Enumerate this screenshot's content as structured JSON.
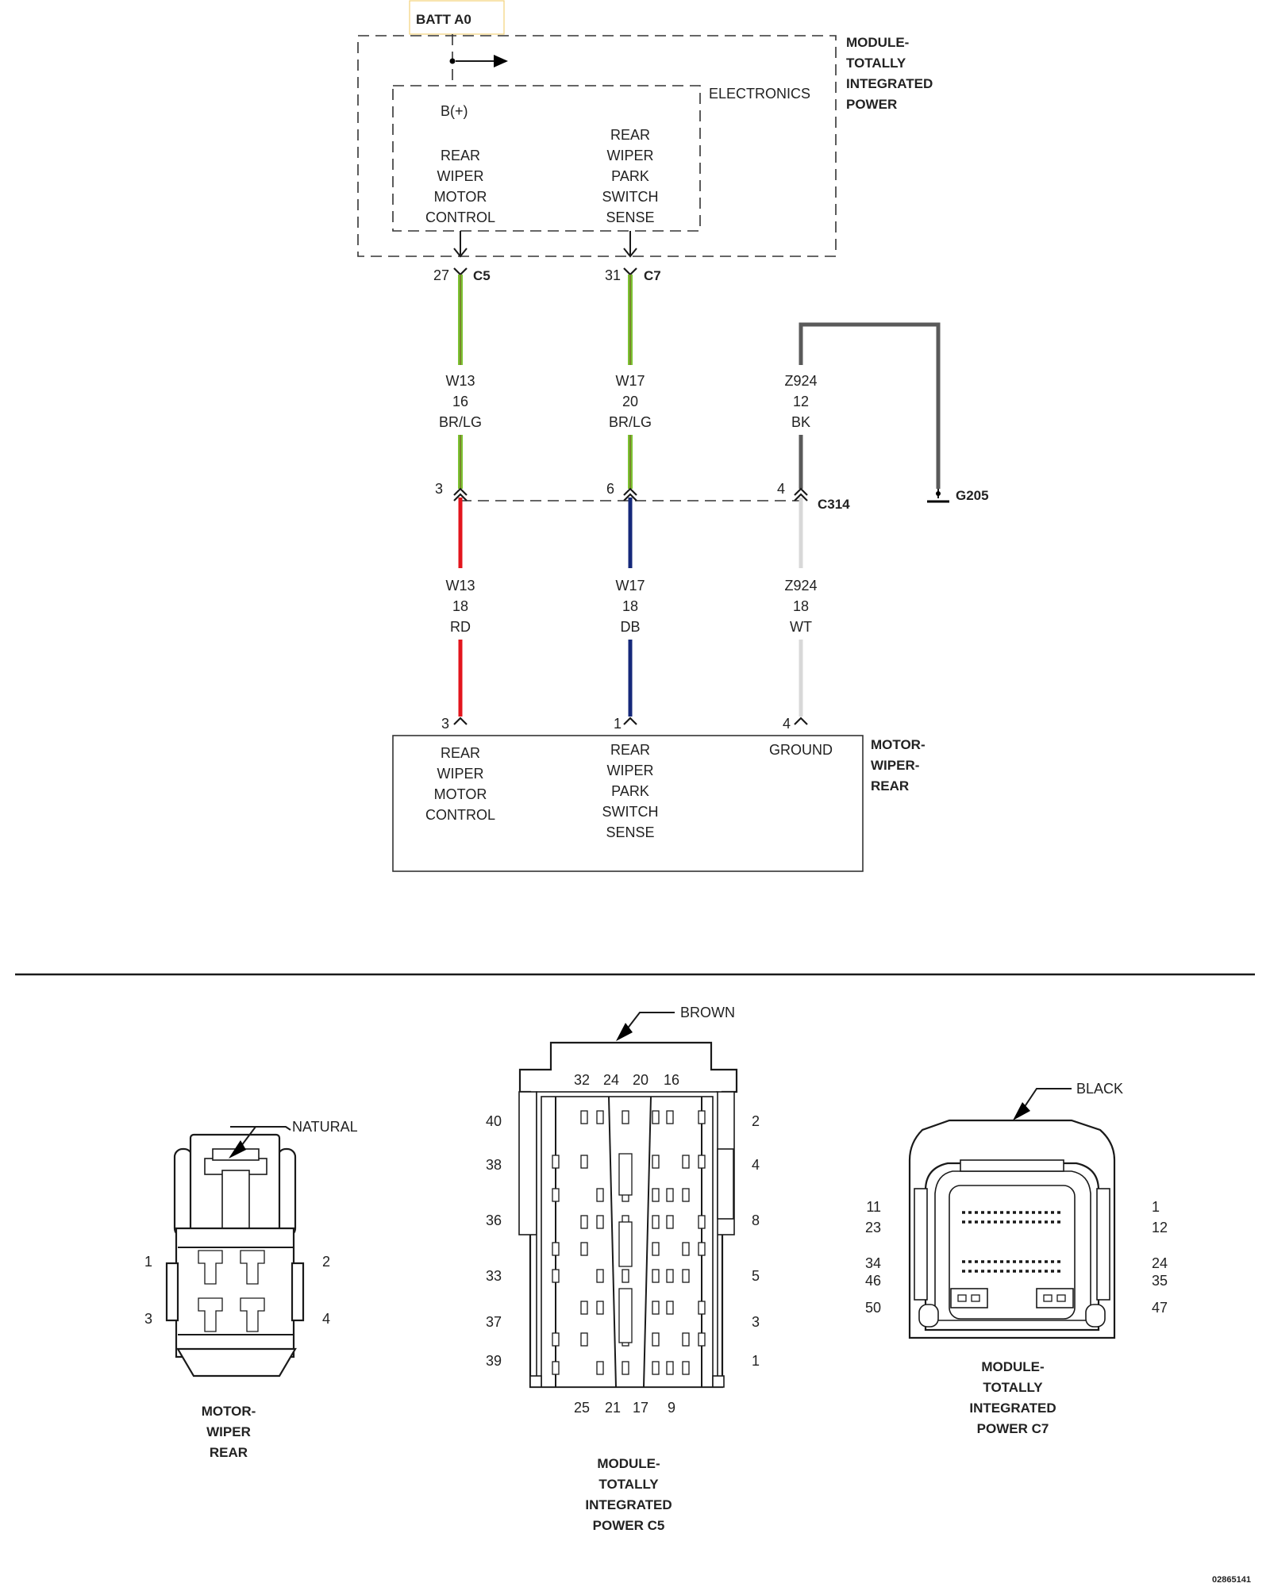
{
  "colors": {
    "green": "#7cc332",
    "brown": "#7a5a2a",
    "red": "#e3151d",
    "navy": "#15287a",
    "black_wire": "#5a5a5a",
    "white_wire": "#d8d8d8",
    "batt_box_border": "#f3d27a"
  },
  "schematic": {
    "batt": "BATT A0",
    "module_title": [
      "MODULE-",
      "TOTALLY",
      "INTEGRATED",
      "POWER"
    ],
    "electronics": "ELECTRONICS",
    "bplus": "B(+)",
    "control_label": [
      "REAR",
      "WIPER",
      "MOTOR",
      "CONTROL"
    ],
    "sense_label": [
      "REAR",
      "WIPER",
      "PARK",
      "SWITCH",
      "SENSE"
    ],
    "pin_top_left": "27",
    "conn_top_left": "C5",
    "pin_top_mid": "31",
    "conn_top_mid": "C7",
    "wire1_upper": [
      "W13",
      "16",
      "BR/LG"
    ],
    "wire2_upper": [
      "W17",
      "20",
      "BR/LG"
    ],
    "wire3_upper": [
      "Z924",
      "12",
      "BK"
    ],
    "c314_pins": [
      "3",
      "6",
      "4"
    ],
    "c314": "C314",
    "ground": "G205",
    "wire1_lower": [
      "W13",
      "18",
      "RD"
    ],
    "wire2_lower": [
      "W17",
      "18",
      "DB"
    ],
    "wire3_lower": [
      "Z924",
      "18",
      "WT"
    ],
    "motor_pins": [
      "3",
      "1",
      "4"
    ],
    "motor_title": [
      "MOTOR-",
      "WIPER-",
      "REAR"
    ],
    "motor_control_label": [
      "REAR",
      "WIPER",
      "MOTOR",
      "CONTROL"
    ],
    "motor_sense_label": [
      "REAR",
      "WIPER",
      "PARK",
      "SWITCH",
      "SENSE"
    ],
    "motor_ground_label": "GROUND"
  },
  "connectors": {
    "motor": {
      "color_label": "NATURAL",
      "pins": [
        "1",
        "2",
        "3",
        "4"
      ],
      "title": [
        "MOTOR-",
        "WIPER",
        "REAR"
      ]
    },
    "c5": {
      "color_label": "BROWN",
      "top_pins": [
        "32",
        "24",
        "20",
        "16"
      ],
      "bottom_pins": [
        "25",
        "21",
        "17",
        "9"
      ],
      "left_pins": [
        "40",
        "38",
        "36",
        "33",
        "37",
        "39"
      ],
      "right_pins": [
        "2",
        "4",
        "8",
        "5",
        "3",
        "1"
      ],
      "title": [
        "MODULE-",
        "TOTALLY",
        "INTEGRATED",
        "POWER C5"
      ]
    },
    "c7": {
      "color_label": "BLACK",
      "left_pins": [
        "11",
        "23",
        "34",
        "46",
        "50"
      ],
      "right_pins": [
        "1",
        "12",
        "24",
        "35",
        "47"
      ],
      "title": [
        "MODULE-",
        "TOTALLY",
        "INTEGRATED",
        "POWER C7"
      ]
    }
  },
  "figure_id": "02865141"
}
